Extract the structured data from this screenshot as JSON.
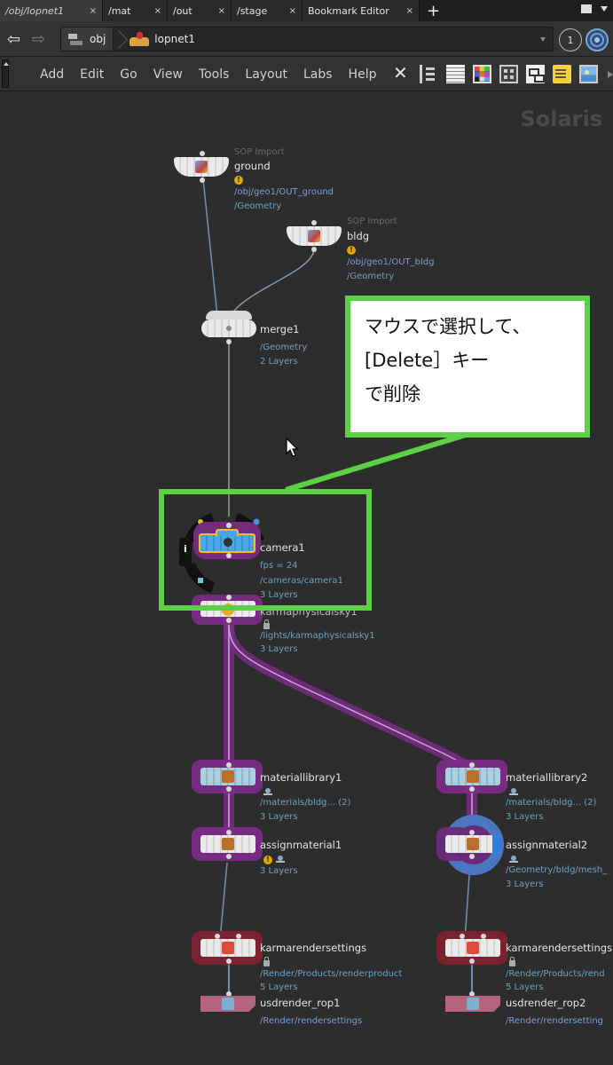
{
  "tabs": [
    {
      "label": "/obj/lopnet1",
      "active": true
    },
    {
      "label": "/mat",
      "active": false
    },
    {
      "label": "/out",
      "active": false
    },
    {
      "label": "/stage",
      "active": false
    },
    {
      "label": "Bookmark Editor",
      "active": false
    }
  ],
  "tab_close_glyph": "×",
  "tab_add_glyph": "+",
  "path": {
    "crumbs": [
      {
        "label": "obj",
        "icon": "obj-network-icon"
      },
      {
        "label": "lopnet1",
        "icon": "lop-network-icon"
      }
    ],
    "pin_label": "1"
  },
  "menu": [
    "Add",
    "Edit",
    "Go",
    "View",
    "Tools",
    "Layout",
    "Labs",
    "Help"
  ],
  "toolbar_icons": [
    "wrench-icon",
    "tree-icon",
    "list-icon",
    "color-grid-icon",
    "tiles-icon",
    "network-layout-icon",
    "sticky-note-icon",
    "image-icon"
  ],
  "network": {
    "context_watermark": "Solaris",
    "nodes": {
      "ground": {
        "type": "SOP Import",
        "name": "ground",
        "lines": [
          "/obj/geo1/OUT_ground",
          "/Geometry"
        ]
      },
      "bldg": {
        "type": "SOP Import",
        "name": "bldg",
        "lines": [
          "/obj/geo1/OUT_bldg",
          "/Geometry"
        ]
      },
      "merge1": {
        "name": "merge1",
        "lines": [
          "/Geometry",
          "2 Layers"
        ]
      },
      "camera1": {
        "name": "camera1",
        "lines": [
          "fps = 24",
          "/cameras/camera1",
          "3 Layers"
        ],
        "info_glyph": "i"
      },
      "karmaphysicalsky1": {
        "name": "karmaphysicalsky1",
        "lines": [
          "/lights/karmaphysicalsky1",
          "3 Layers"
        ]
      },
      "materiallibrary1": {
        "name": "materiallibrary1",
        "lines": [
          "/materials/bldg... (2)",
          "3 Layers"
        ]
      },
      "materiallibrary2": {
        "name": "materiallibrary2",
        "lines": [
          "/materials/bldg... (2)",
          "3 Layers"
        ]
      },
      "assignmaterial1": {
        "name": "assignmaterial1",
        "lines": [
          "3 Layers"
        ]
      },
      "assignmaterial2": {
        "name": "assignmaterial2",
        "lines": [
          "/Geometry/bldg/mesh_",
          "3 Layers"
        ]
      },
      "karmarendersettings1": {
        "name": "karmarendersettings",
        "lines": [
          "/Render/Products/renderproduct",
          "5 Layers"
        ]
      },
      "karmarendersettings2": {
        "name": "karmarendersettings",
        "lines": [
          "/Render/Products/rend",
          "5 Layers"
        ]
      },
      "usdrender_rop1": {
        "name": "usdrender_rop1",
        "lines": [
          "/Render/rendersettings"
        ]
      },
      "usdrender_rop2": {
        "name": "usdrender_rop2",
        "lines": [
          "/Render/rendersetting"
        ]
      }
    },
    "warning_glyph": "!"
  },
  "annotation": {
    "lines": [
      "マウスで選択して、",
      "[Delete］キー",
      "で削除"
    ],
    "border_color": "#5bd145"
  },
  "colors": {
    "background": "#2d2d2d",
    "selection_purple": "#7a2d86",
    "render_red": "#7a2230",
    "camera_blue": "#4aa8e8",
    "camera_outline": "#f0c020",
    "info_text": "#6fa1bf"
  }
}
